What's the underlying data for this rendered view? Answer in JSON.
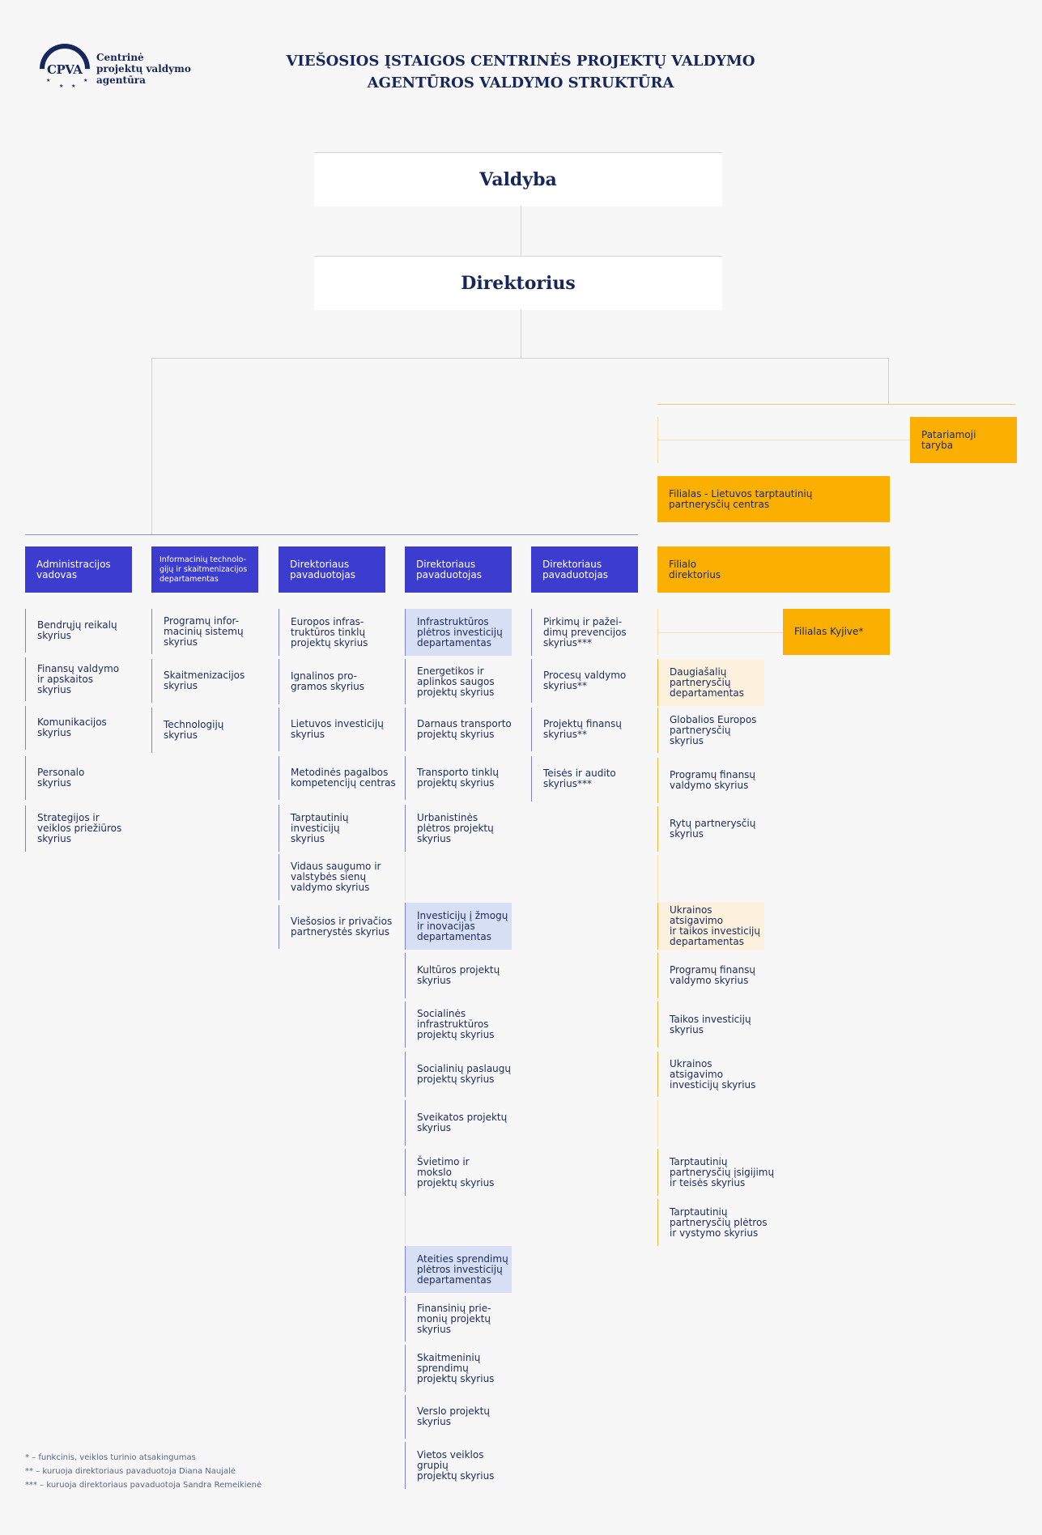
{
  "logo": {
    "mark": "CPVA",
    "text": "Centrinė\nprojektų valdymo\nagentūra",
    "color": "#17275a"
  },
  "title": "VIEŠOSIOS ĮSTAIGOS CENTRINĖS PROJEKTŲ VALDYMO\nAGENTŪROS VALDYMO STRUKTŪRA",
  "colors": {
    "background": "#f7f7f7",
    "navy": "#17275a",
    "blue_header": "#3c3ccf",
    "blue_department": "#d6dff4",
    "orange_header": "#fbaf00",
    "orange_department": "#fbf1dd"
  },
  "board": "Valdyba",
  "director": "Direktorius",
  "columns": [
    {
      "header": "Administracijos\nvadovas",
      "items": [
        {
          "label": "Bendrųjų reikalų\nskyrius"
        },
        {
          "label": "Finansų valdymo\nir apskaitos\nskyrius"
        },
        {
          "label": "Komunikacijos\nskyrius"
        },
        {
          "label": "Personalo\nskyrius"
        },
        {
          "label": "Strategijos ir\nveiklos priežiūros\nskyrius"
        }
      ]
    },
    {
      "header": "Informacinių technolo-\ngijų ir skaitmenizacijos\ndepartamentas",
      "items": [
        {
          "label": "Programų infor-\nmacinių sistemų\nskyrius"
        },
        {
          "label": "Skaitmenizacijos\nskyrius"
        },
        {
          "label": "Technologijų\nskyrius"
        }
      ]
    },
    {
      "header": "Direktoriaus\npavaduotojas",
      "items": [
        {
          "label": "Europos infras-\ntruktūros tinklų\nprojektų skyrius"
        },
        {
          "label": "Ignalinos pro-\ngramos skyrius"
        },
        {
          "label": "Lietuvos investicijų\nskyrius"
        },
        {
          "label": "Metodinės pagalbos\nkompetencijų centras"
        },
        {
          "label": "Tarptautinių\ninvesticijų\nskyrius"
        },
        {
          "label": "Vidaus saugumo ir\nvalstybės sienų\nvaldymo skyrius"
        },
        {
          "label": "Viešosios ir privačios\npartnerystės skyrius"
        }
      ]
    },
    {
      "header": "Direktoriaus\npavaduotojas",
      "items": [
        {
          "label": "Infrastruktūros\nplėtros investicijų\ndepartamentas",
          "dept": true
        },
        {
          "label": "Energetikos ir\naplinkos saugos\nprojektų skyrius"
        },
        {
          "label": "Darnaus transporto\nprojektų skyrius"
        },
        {
          "label": "Transporto tinklų\nprojektų skyrius"
        },
        {
          "label": "Urbanistinės\nplėtros projektų\nskyrius"
        },
        {
          "label": "Investicijų į žmogų\nir inovacijas\ndepartamentas",
          "dept": true
        },
        {
          "label": "Kultūros projektų\nskyrius"
        },
        {
          "label": "Socialinės\ninfrastruktūros\nprojektų skyrius"
        },
        {
          "label": "Socialinių paslaugų\nprojektų skyrius"
        },
        {
          "label": "Sveikatos projektų\nskyrius"
        },
        {
          "label": "Švietimo ir\nmokslo\nprojektų skyrius"
        },
        {
          "label": "Ateities sprendimų\nplėtros investicijų\ndepartamentas",
          "dept": true
        },
        {
          "label": "Finansinių prie-\nmonių projektų\nskyrius"
        },
        {
          "label": "Skaitmeninių\nsprendimų\nprojektų skyrius"
        },
        {
          "label": "Verslo projektų\nskyrius"
        },
        {
          "label": "Vietos veiklos\ngrupių\nprojektų skyrius"
        }
      ]
    },
    {
      "header": "Direktoriaus\npavaduotojas",
      "items": [
        {
          "label": "Pirkimų ir pažei-\ndimų prevencijos\nskyrius***"
        },
        {
          "label": "Procesų valdymo\nskyrius**"
        },
        {
          "label": "Projektų finansų\nskyrius**"
        },
        {
          "label": "Teisės ir audito\nskyrius***"
        }
      ]
    }
  ],
  "branch": {
    "advisory": "Patariamoji\ntaryba",
    "name": "Filialas - Lietuvos tarptautinių\npartnerysčių centras",
    "director": "Filialo\ndirektorius",
    "kyiv": "Filialas Kyjive*",
    "items": [
      {
        "label": "Daugiašalių\npartnerysčių\ndepartamentas",
        "dept": true
      },
      {
        "label": "Globalios Europos\npartnerysčių\nskyrius"
      },
      {
        "label": "Programų finansų\nvaldymo skyrius"
      },
      {
        "label": "Rytų partnerysčių\nskyrius"
      },
      {
        "label": "Ukrainos atsigavimo\nir taikos investicijų\ndepartamentas",
        "dept": true
      },
      {
        "label": "Programų finansų\nvaldymo skyrius"
      },
      {
        "label": "Taikos investicijų\nskyrius"
      },
      {
        "label": "Ukrainos atsigavimo\ninvesticijų skyrius"
      },
      {
        "label": "Tarptautinių\npartnerysčių įsigijimų\nir teisės skyrius"
      },
      {
        "label": "Tarptautinių\npartnerysčių plėtros\nir vystymo skyrius"
      }
    ]
  },
  "notes": [
    "* – funkcinis, veiklos turinio atsakingumas",
    "** – kuruoja direktoriaus pavaduotoja Diana Naujalė",
    "*** – kuruoja direktoriaus pavaduotoja Sandra Remeikienė"
  ]
}
